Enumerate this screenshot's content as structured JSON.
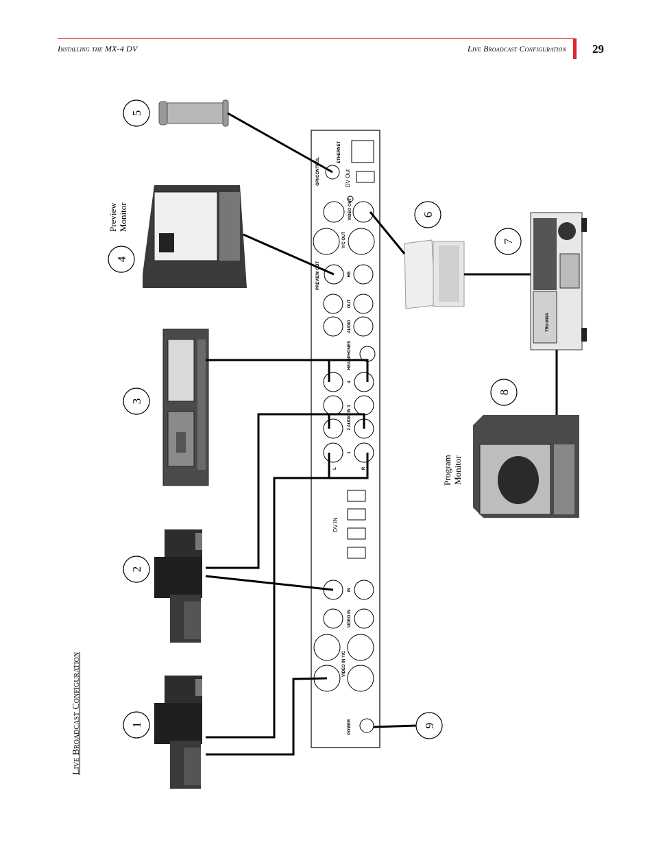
{
  "header": {
    "left": "Installing the MX-4 DV",
    "right": "Live Broadcast Configuration",
    "page_number": "29"
  },
  "side_title": "Live Broadcast Configuration",
  "labels": {
    "preview_1": "Preview",
    "preview_2": "Monitor",
    "program_1": "Program",
    "program_2": "Monitor"
  },
  "callouts": [
    "1",
    "2",
    "3",
    "4",
    "5",
    "6",
    "7",
    "8",
    "9"
  ],
  "panel": {
    "ethernet": "ETHERNET",
    "dv_out": "DV Out",
    "gpi": "GPI/CONTROL",
    "video_out": "VIDEO OUT",
    "yc_out": "Y/C OUT",
    "preview_out": "PREVIEW OUT",
    "hb": "HB",
    "out": "OUT",
    "audio": "AUDIO",
    "headphones": "HEADPHONES",
    "audio_in": "2  AUDIO IN  3",
    "dv_in": "DV IN",
    "video_in": "VIDEO IN",
    "in_label": "IN",
    "video_in_yc": "VIDEO IN Y/C",
    "power": "POWER",
    "n1": "1",
    "n2": "2",
    "n3": "3",
    "n4": "4",
    "l": "L",
    "r": "R"
  },
  "deck_label": "TRV-900A",
  "icons": [
    "camera-icon",
    "camera-icon",
    "cassette-deck-icon",
    "monitor-icon",
    "gpi-remote-icon",
    "laptop-icon",
    "dv-deck-icon",
    "monitor-icon"
  ]
}
